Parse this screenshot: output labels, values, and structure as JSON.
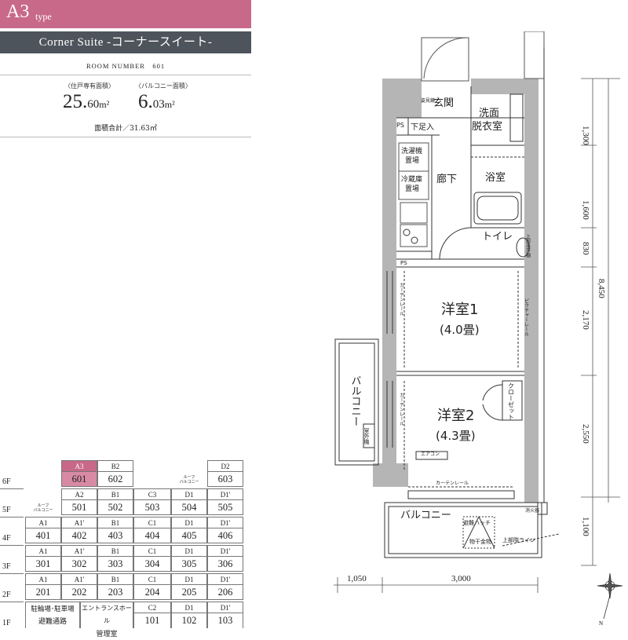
{
  "header": {
    "type_code": "A3",
    "type_suffix": "type",
    "suite_name": "Corner Suite -コーナースイート-",
    "room_number_label": "ROOM NUMBER",
    "room_number": "601",
    "private_area_label": "〈住戸専有面積〉",
    "private_area_int": "25.",
    "private_area_dec": "60",
    "balcony_area_label": "〈バルコニー面積〉",
    "balcony_area_int": "6.",
    "balcony_area_dec": "03",
    "area_unit": "m²",
    "total_area_text": "面積合計／31.63㎡"
  },
  "colors": {
    "accent": "#c8698a",
    "accent_light": "#d88aa5",
    "bar": "#4e545c",
    "wall": "#b5b5b5"
  },
  "floor_table": {
    "floors": [
      "6F",
      "5F",
      "4F",
      "3F",
      "2F",
      "1F"
    ],
    "roof_balcony_note_1": "ルーフ",
    "roof_balcony_note_2": "バルコニー",
    "f6": {
      "types": [
        "A3",
        "B2",
        "D2"
      ],
      "units": [
        "601",
        "602",
        "603"
      ]
    },
    "f5": {
      "types": [
        "A2",
        "B1",
        "C3",
        "D1",
        "D1'"
      ],
      "units": [
        "501",
        "502",
        "503",
        "504",
        "505"
      ]
    },
    "f4": {
      "types": [
        "A1",
        "A1'",
        "B1",
        "C1",
        "D1",
        "D1'"
      ],
      "units": [
        "401",
        "402",
        "403",
        "404",
        "405",
        "406"
      ]
    },
    "f3": {
      "types": [
        "A1",
        "A1'",
        "B1",
        "C1",
        "D1",
        "D1'"
      ],
      "units": [
        "301",
        "302",
        "303",
        "304",
        "305",
        "306"
      ]
    },
    "f2": {
      "types": [
        "A1",
        "A1'",
        "B1",
        "C1",
        "D1",
        "D1'"
      ],
      "units": [
        "201",
        "202",
        "203",
        "204",
        "205",
        "206"
      ]
    },
    "f1": {
      "label_left_1": "駐輪場･駐車場",
      "label_left_2": "避難通路",
      "label_mid_1": "エントランスホール",
      "label_mid_2": "管理室",
      "types": [
        "C2",
        "D1",
        "D1'"
      ],
      "units": [
        "101",
        "102",
        "103"
      ]
    }
  },
  "plan": {
    "entrance": "玄関",
    "shoe_box": "下足入",
    "shoe_cabinet": "姿見鏡",
    "ps": "PS",
    "washroom_1": "洗面",
    "washroom_2": "脱衣室",
    "washer_1": "洗濯機",
    "washer_2": "置場",
    "fridge_1": "冷蔵庫",
    "fridge_2": "置場",
    "hallway": "廊下",
    "bathroom": "浴室",
    "toilet": "トイレ",
    "storage": "上部吊戸棚",
    "room1_name": "洋室1",
    "room1_size": "(4.0畳)",
    "room2_name": "洋室2",
    "room2_size": "(4.3畳)",
    "closet": "クローゼット",
    "curtain_rail": "カーテンレール",
    "picture_rail": "ピクチャーレール",
    "aircon": "エアコン",
    "balcony_side": "バルコニー",
    "balcony_bottom": "バルコニー",
    "outdoor_unit": "室外機",
    "escape_hatch": "避難ハッチ",
    "drying_hardware": "物干金物",
    "upper_floor_line": "上部階ライン",
    "fire_extinguisher": "消火器"
  },
  "dimensions": {
    "right": [
      "1,300",
      "1,600",
      "830",
      "2,170",
      "2,550",
      "1,100"
    ],
    "total": "8,450",
    "bottom": [
      "1,050",
      "3,000"
    ]
  },
  "compass_label": "N"
}
